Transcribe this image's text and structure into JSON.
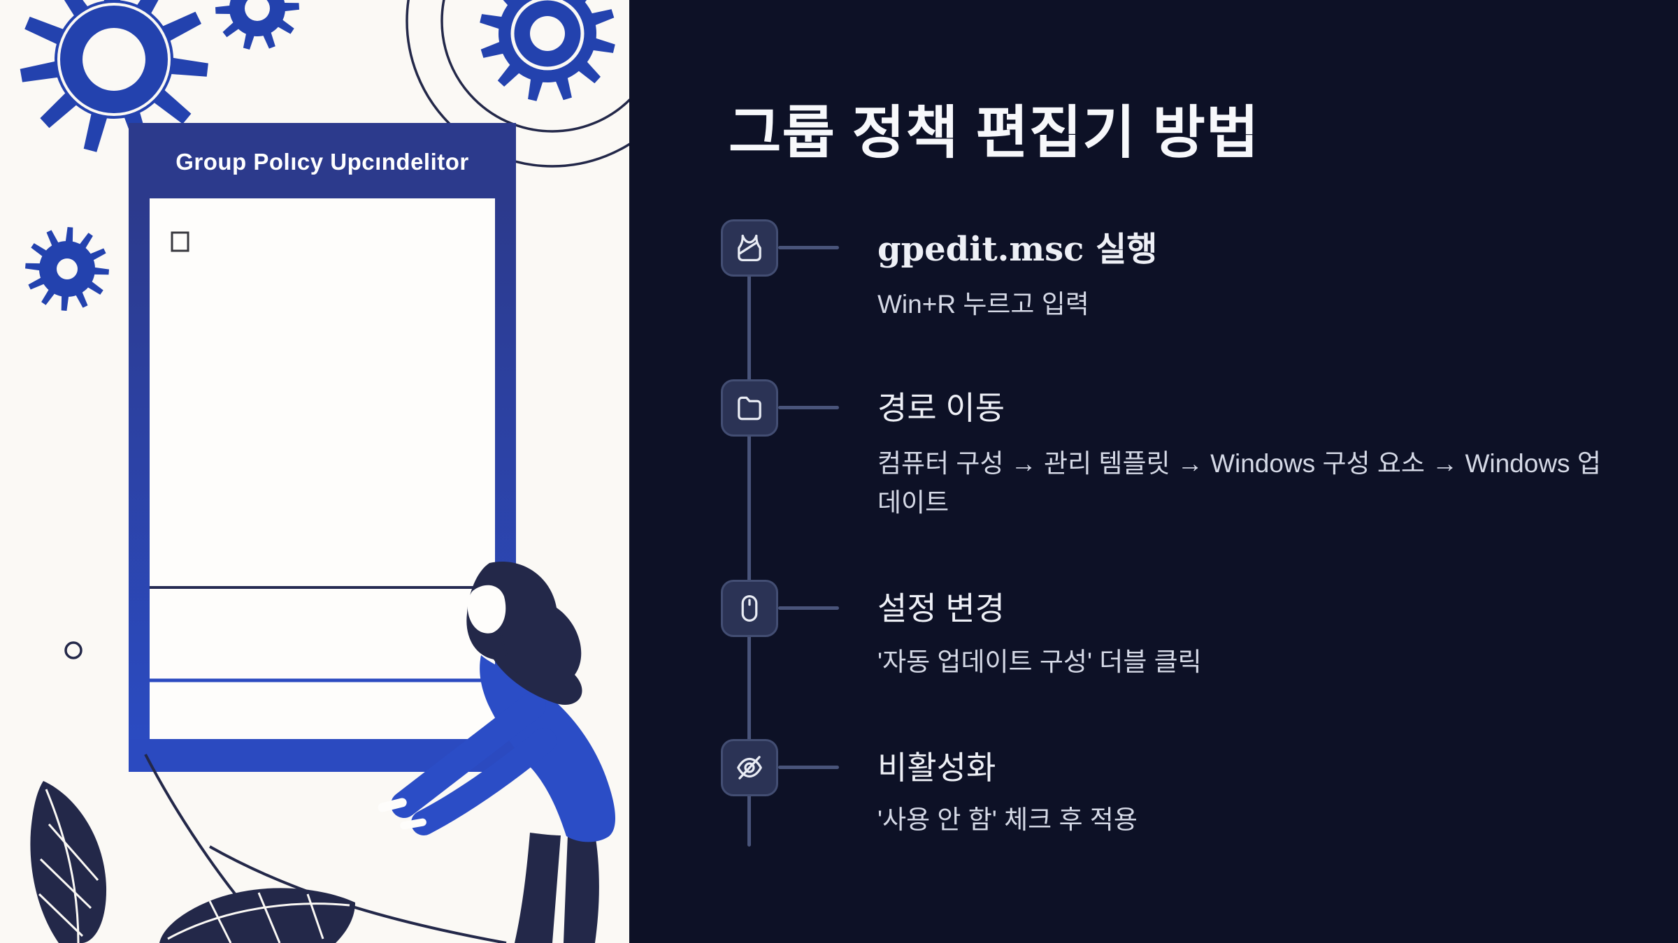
{
  "left_panel": {
    "window_title": "Group Polıcy Upcındelitor"
  },
  "right_panel": {
    "title": "그룹 정책 편집기 방법",
    "steps": [
      {
        "icon": "tank-top-icon",
        "title": "gpedit.msc 실행",
        "description": "Win+R 누르고 입력"
      },
      {
        "icon": "folder-icon",
        "title": "경로 이동",
        "description": "컴퓨터 구성 → 관리 템플릿 → Windows 구성 요소 → Windows 업데이트"
      },
      {
        "icon": "mouse-icon",
        "title": "설정 변경",
        "description": "'자동 업데이트 구성' 더블 클릭"
      },
      {
        "icon": "eye-off-icon",
        "title": "비활성화",
        "description": "'사용 안 함' 체크 후 적용"
      }
    ]
  },
  "colors": {
    "background_dark": "#0d1126",
    "background_light": "#fbf9f5",
    "gear_blue": "#2342ae",
    "bright_blue": "#2b4ac0",
    "titlebar_blue": "#2c3a8c",
    "ink_navy": "#232849",
    "timeline_line": "#49547a",
    "icon_box_fill": "#2b3355",
    "icon_box_border": "#434e73",
    "text_primary": "#f5f6fa",
    "text_secondary": "#d5d9e6"
  }
}
